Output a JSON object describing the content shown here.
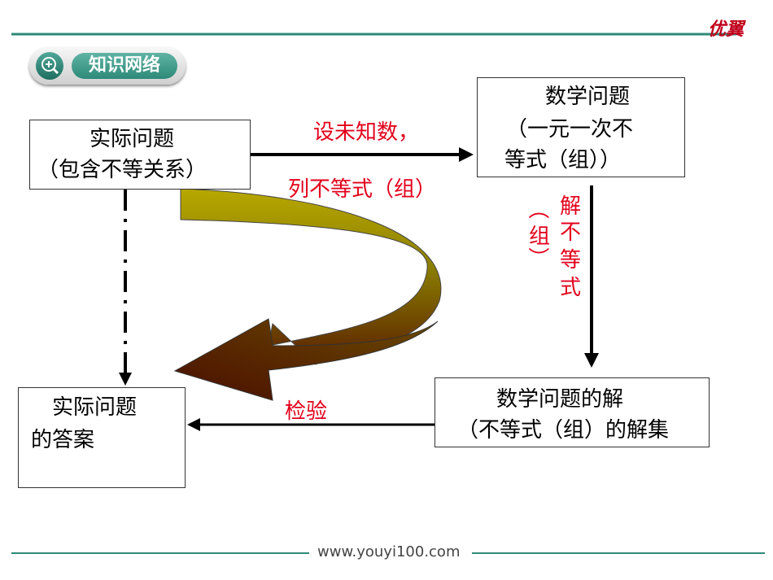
{
  "header": {
    "brand": "优翼",
    "section_title": "知识网络"
  },
  "nodes": {
    "real_problem": [
      "实际问题",
      "（包含不等关系）"
    ],
    "math_problem": [
      "数学问题",
      "（一元一次不",
      "等式（组））"
    ],
    "math_solution": [
      "数学问题的解",
      "（不等式（组）的解集"
    ],
    "real_answer": [
      "实际问题",
      "的答案"
    ]
  },
  "edges": {
    "set_unknown": "设未知数，",
    "list_inequality": "列不等式（组）",
    "solve_vertical_main": [
      "解",
      "不",
      "等",
      "式"
    ],
    "solve_vertical_paren": [
      "（",
      "组",
      "）"
    ],
    "verify": "检验"
  },
  "footer": {
    "url": "www.youyi100.com"
  },
  "colors": {
    "accent_teal": "#2e8a78",
    "label_red": "#e3001b",
    "curve_olive": "#8a8000",
    "curve_brown": "#5a1e00"
  }
}
